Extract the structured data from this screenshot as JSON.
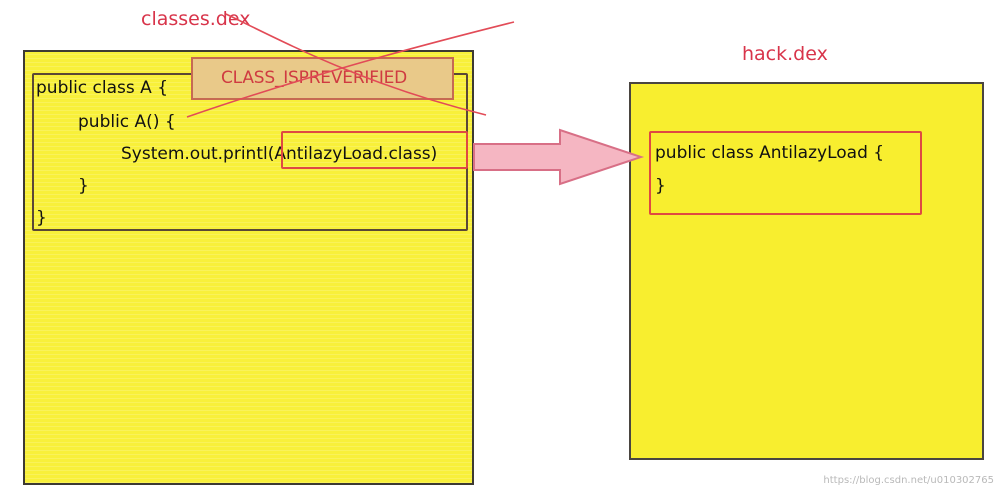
{
  "classes_dex": {
    "title": "classes.dex",
    "code": {
      "line1": "public class A {",
      "line2": "public A() {",
      "line3_prefix": "System.out.printl",
      "line3_suffix": "(AntilazyLoad.class)",
      "line4": "}",
      "line5": "}"
    },
    "tag": "CLASS_ISPREVERIFIED"
  },
  "hack_dex": {
    "title": "hack.dex",
    "code": {
      "line1": "public class AntilazyLoad {",
      "line2": "}"
    }
  },
  "watermark": "https://blog.csdn.net/u010302765",
  "colors": {
    "title_red": "#d8344a",
    "box_yellow": "#f8f03a",
    "arrow_pink": "#f5b6c2",
    "outline_red": "#df4942"
  }
}
